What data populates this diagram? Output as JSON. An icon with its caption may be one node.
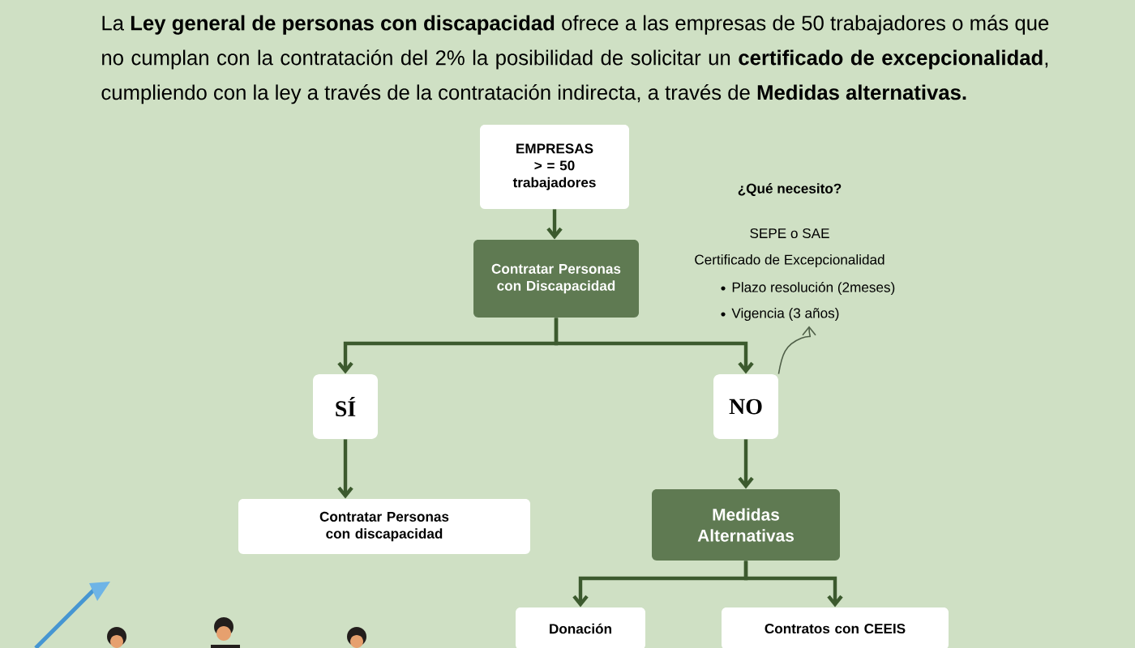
{
  "diagram": {
    "nodes": [
      {
        "text": [
          "EMPRESAS > = 50 trabajadores"
        ]
      },
      {
        "text": [
          "Contratar Personas con Discapacidad"
        ]
      },
      {
        "text": [
          "SÍ"
        ]
      },
      {
        "text": [
          "NO"
        ]
      },
      {
        "text": [
          "Contratar Personas con discapacidad"
        ]
      },
      {
        "text": [
          "Medidas Alternativas"
        ]
      },
      {
        "text": [
          "Donación"
        ]
      },
      {
        "text": [
          "Contratos con CEEIS"
        ]
      },
      {
        "text": [
          "¿Qué necesito?",
          "SEPE o SAE",
          "Certificado de Excepcionalidad",
          "Plazo resolución (2meses)",
          "Vigencia (3 años)"
        ]
      }
    ],
    "edges": [
      {
        "from": 0,
        "to": 1,
        "arrow": "to"
      },
      {
        "from": 1,
        "to": 2,
        "arrow": "to"
      },
      {
        "from": 1,
        "to": 3,
        "arrow": "to"
      },
      {
        "from": 2,
        "to": 4,
        "arrow": "to"
      },
      {
        "from": 3,
        "to": 5,
        "arrow": "to"
      },
      {
        "from": 5,
        "to": 6,
        "arrow": "to"
      },
      {
        "from": 5,
        "to": 7,
        "arrow": "to"
      },
      {
        "from": 3,
        "to": 8,
        "arrow": "to",
        "color": "#4f5f48"
      }
    ],
    "labels": [
      "La **Ley general de personas con discapacidad** ofrece a las empresas de 50 trabajadores o más que no cumplan con la contratación del 2% la posibilidad de solicitar un **certificado de excepcionalidad**, cumpliendo con la ley a través de la contratación indirecta, a través de **Medidas alternativas.**"
    ]
  }
}
